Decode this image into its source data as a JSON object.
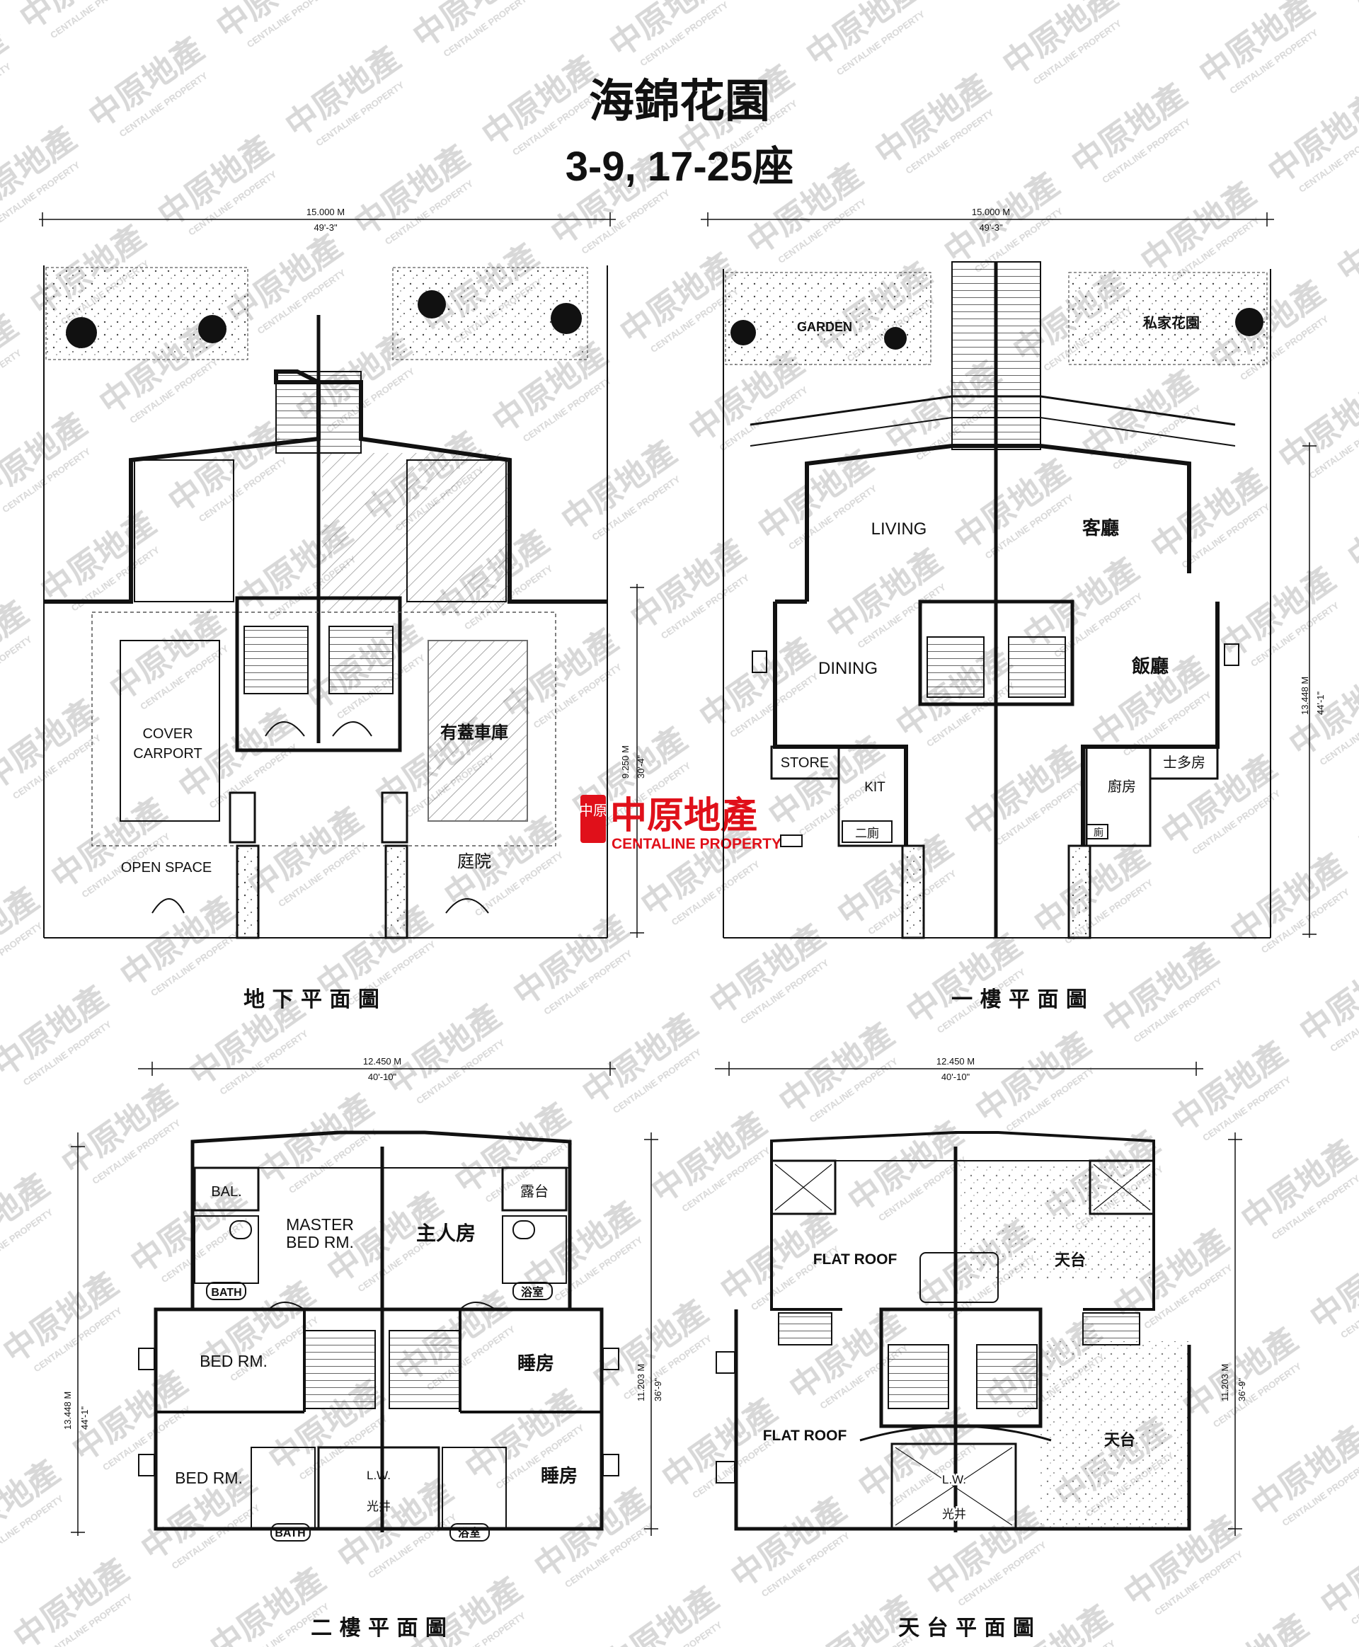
{
  "header": {
    "title": "海錦花園",
    "subtitle": "3-9, 17-25座"
  },
  "brand": {
    "name_cn": "中原地產",
    "name_en": "CENTALINE PROPERTY",
    "logo_mark": "中原",
    "color": "#e0101a"
  },
  "plans": {
    "ground": {
      "caption": "地 下 平 面 圖",
      "dim_width_m": "15.000 M",
      "dim_width_ft": "49'-3\"",
      "dim_depth_m": "9.250 M",
      "dim_depth_ft": "30'-4\"",
      "rooms": {
        "carport_en_1": "COVER",
        "carport_en_2": "CARPORT",
        "carport_cn": "有蓋車庫",
        "open_space": "OPEN SPACE",
        "courtyard": "庭院"
      }
    },
    "first": {
      "caption": "一 樓 平 面 圖",
      "dim_width_m": "15.000 M",
      "dim_width_ft": "49'-3\"",
      "dim_depth_m": "13.448 M",
      "dim_depth_ft": "44'-1\"",
      "rooms": {
        "garden_en": "GARDEN",
        "garden_cn": "私家花園",
        "living_en": "LIVING",
        "living_cn": "客廳",
        "dining_en": "DINING",
        "dining_cn": "飯廳",
        "store_en": "STORE",
        "store_cn": "士多房",
        "kit_en": "KIT",
        "kit_cn": "廚房",
        "wc_left": "二廁",
        "wc_right": "廁"
      }
    },
    "second": {
      "caption": "二 樓 平 面 圖",
      "dim_width_m": "12.450 M",
      "dim_width_ft": "40'-10\"",
      "dim_depth_m": "11.203 M",
      "dim_depth_ft": "36'-9\"",
      "dim_side_m": "13.448 M",
      "dim_side_ft": "44'-1\"",
      "rooms": {
        "bal_en": "BAL.",
        "bal_cn": "露台",
        "master_1": "MASTER",
        "master_2": "BED RM.",
        "master_cn": "主人房",
        "bath_en_top": "BATH",
        "bath_cn_top": "浴室",
        "bed_en_1": "BED RM.",
        "bed_cn_1": "睡房",
        "bed_en_2": "BED RM.",
        "bed_cn_2": "睡房",
        "lw": "L.W.",
        "lw_cn": "光井",
        "bath_en_bot": "BATH",
        "bath_cn_bot": "浴室"
      }
    },
    "roof": {
      "caption": "天 台 平 面 圖",
      "dim_width_m": "12.450 M",
      "dim_width_ft": "40'-10\"",
      "dim_depth_m": "11.203 M",
      "dim_depth_ft": "36'-9\"",
      "rooms": {
        "flat_roof_1": "FLAT ROOF",
        "roof_cn_1": "天台",
        "flat_roof_2": "FLAT ROOF",
        "roof_cn_2": "天台",
        "lw": "L.W.",
        "lw_cn": "光井"
      }
    }
  }
}
